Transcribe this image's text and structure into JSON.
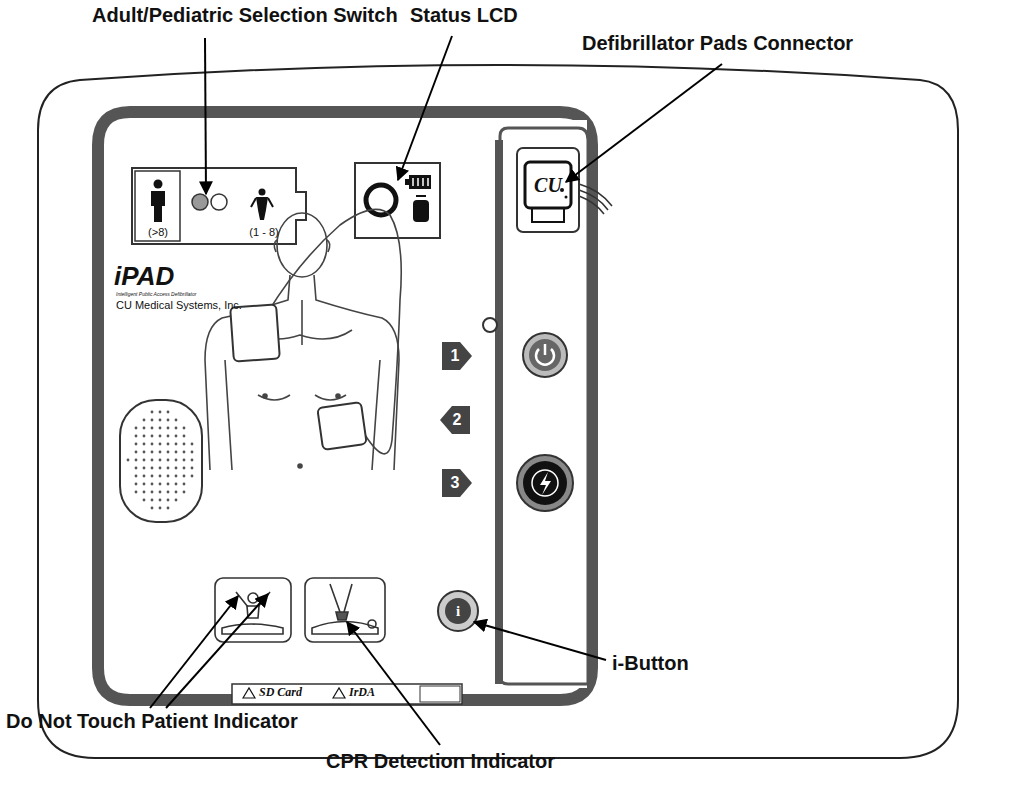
{
  "diagram": {
    "labels": [
      "Adult/Pediatric Selection Switch",
      "Status LCD",
      "Defibrillator Pads Connector",
      "i-Button",
      "Do Not Touch Patient Indicator",
      "CPR Detection Indicator",
      "(>8)",
      "(1 - 8)",
      "iPAD",
      "Intelligent Public Access Defibrillator",
      "CU Medical Systems, Inc.",
      "1",
      "2",
      "3",
      "i",
      "SD Card",
      "IrDA",
      "CU"
    ]
  }
}
